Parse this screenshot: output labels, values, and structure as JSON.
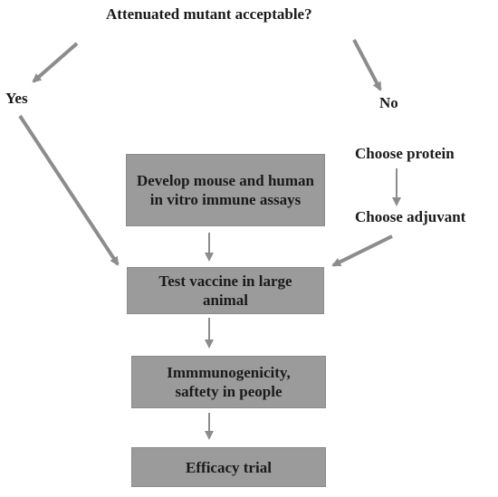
{
  "question": "Attenuated mutant acceptable?",
  "yes_label": "Yes",
  "no_label": "No",
  "no_branch": {
    "step1": "Choose protein",
    "step2": "Choose adjuvant"
  },
  "boxes": {
    "assays": "Develop mouse and human in vitro immune assays",
    "large_animal": "Test vaccine in large animal",
    "immunogenicity": "Immmunogenicity, saftety in people",
    "efficacy": "Efficacy trial"
  },
  "colors": {
    "box_fill": "#9b9b9b",
    "arrow": "#8c8c8c",
    "text": "#1a1a1a"
  }
}
